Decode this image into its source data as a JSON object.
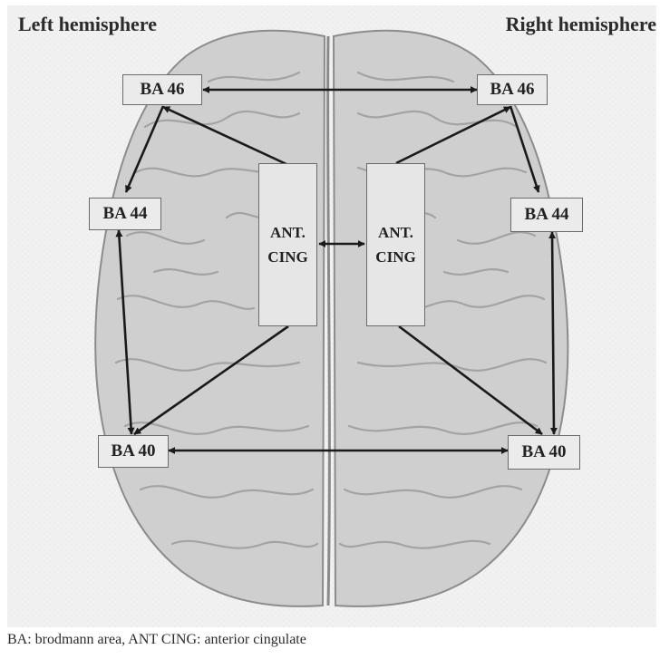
{
  "labels": {
    "left_hemisphere": "Left hemisphere",
    "right_hemisphere": "Right hemisphere"
  },
  "regions": {
    "ba46_left": "BA 46",
    "ba46_right": "BA 46",
    "ba44_left": "BA 44",
    "ba44_right": "BA 44",
    "ba40_left": "BA 40",
    "ba40_right": "BA 40",
    "cing_left": {
      "line1": "ANT.",
      "line2": "CING"
    },
    "cing_right": {
      "line1": "ANT.",
      "line2": "CING"
    }
  },
  "caption": "BA: brodmann area, ANT CING: anterior cingulate",
  "colors": {
    "background": "#f0f0f0",
    "brain_fill": "#c9c9c9",
    "gyri": "#9a9a9a",
    "arrow": "#1a1a1a",
    "box_border": "#6a6a6a"
  }
}
